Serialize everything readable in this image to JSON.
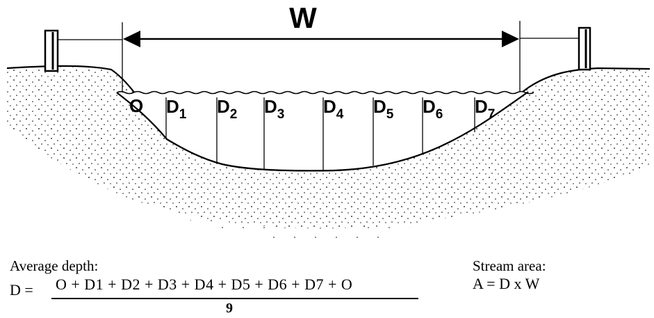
{
  "diagram": {
    "width_label": "W",
    "edge_label": "O",
    "depth_labels": [
      {
        "base": "D",
        "sub": "1"
      },
      {
        "base": "D",
        "sub": "2"
      },
      {
        "base": "D",
        "sub": "3"
      },
      {
        "base": "D",
        "sub": "4"
      },
      {
        "base": "D",
        "sub": "5"
      },
      {
        "base": "D",
        "sub": "6"
      },
      {
        "base": "D",
        "sub": "7"
      }
    ]
  },
  "formula": {
    "title": "Average depth:",
    "lhs": "D =",
    "numerator": "O + D1 + D2 + D3 + D4 + D5 + D6 + D7 + O",
    "denominator": "9"
  },
  "area": {
    "title": "Stream area:",
    "equation": "A = D x W"
  }
}
